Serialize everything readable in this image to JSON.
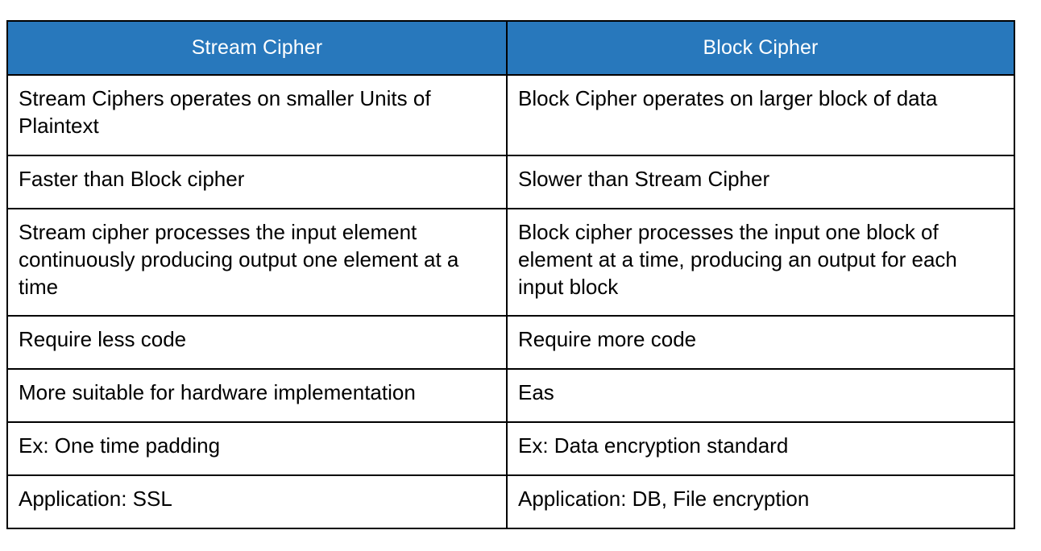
{
  "table": {
    "headers": [
      {
        "label": "Stream Cipher"
      },
      {
        "label": "Block Cipher"
      }
    ],
    "header_bg_color": "#2878bc",
    "header_text_color": "#ffffff",
    "border_color": "#000000",
    "body_text_color": "#000000",
    "rows": [
      {
        "left": "Stream Ciphers operates on smaller Units of Plaintext",
        "right": "Block Cipher operates on larger block of data"
      },
      {
        "left": "Faster than Block cipher",
        "right": "Slower than Stream Cipher"
      },
      {
        "left": "Stream cipher processes the input element continuously producing output one element at a time",
        "right": "Block cipher processes the input one block of element at a time, producing an output for each input block"
      },
      {
        "left": "Require less code",
        "right": "Require more code"
      },
      {
        "left": "More suitable for hardware implementation",
        "right": "Eas"
      },
      {
        "left": "Ex: One time padding",
        "right": "Ex: Data encryption standard"
      },
      {
        "left": "Application: SSL",
        "right": "Application: DB, File encryption"
      }
    ]
  }
}
